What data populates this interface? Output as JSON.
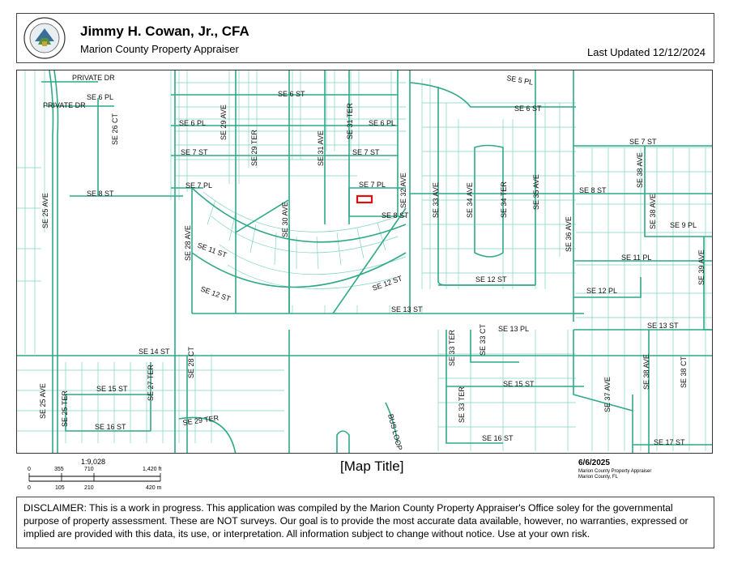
{
  "header": {
    "title": "Jimmy H. Cowan, Jr., CFA",
    "subtitle": "Marion County Property Appraiser",
    "last_updated": "Last Updated 12/12/2024",
    "logo_text": "PROPERTY APPRAISER · MARION COUNTY · FLORIDA"
  },
  "map": {
    "title": "[Map Title]",
    "street_color": "#2fa98a",
    "parcel_color": "#5fc7b0",
    "selected_parcel_color": "#e01010",
    "street_labels": {
      "private_dr_1": "PRIVATE DR",
      "private_dr_2": "PRIVATE DR",
      "se_6_pl_w": "SE 6 PL",
      "se_26_ct": "SE 26 CT",
      "se_25_ave_n": "SE 25 AVE",
      "se_8_st_w": "SE 8 ST",
      "se_6_st": "SE 6 ST",
      "se_6_pl_a": "SE 6 PL",
      "se_29_ave": "SE 29 AVE",
      "se_7_st_a": "SE 7 ST",
      "se_29_ter": "SE 29 TER",
      "se_31_ave": "SE 31 AVE",
      "se_31_ter": "SE 31 TER",
      "se_6_pl_b": "SE 6 PL",
      "se_7_st_b": "SE 7 ST",
      "se_7_pl_a": "SE 7 PL",
      "se_7_pl_b": "SE 7 PL",
      "se_30_ave": "SE 30 AVE",
      "se_8_st_c": "SE 8 ST",
      "se_32_ave": "SE 32 AVE",
      "se_28_ave": "SE 28 AVE",
      "se_11_st": "SE 11 ST",
      "se_12_st_w": "SE 12 ST",
      "se_12_st_c": "SE 12 ST",
      "se_13_st": "SE 13 ST",
      "se_5_pl": "SE 5 PL",
      "se_6_st_e": "SE 6 ST",
      "se_33_ave": "SE 33 AVE",
      "se_34_ave": "SE 34 AVE",
      "se_34_ter": "SE 34 TER",
      "se_35_ave": "SE 35 AVE",
      "se_8_st_e": "SE 8 ST",
      "se_12_st_e": "SE 12 ST",
      "se_36_ave": "SE 36 AVE",
      "se_7_st_e": "SE 7 ST",
      "se_38_ave_n": "SE 38 AVE",
      "se_38_ave_m": "SE 38 AVE",
      "se_9_pl": "SE 9 PL",
      "se_11_pl": "SE 11 PL",
      "se_39_ave": "SE 39 AVE",
      "se_12_pl": "SE 12 PL",
      "se_13_pl": "SE 13 PL",
      "se_13_st_e": "SE 13 ST",
      "se_14_st": "SE 14 ST",
      "se_28_ct": "SE 28 CT",
      "se_25_ave_s": "SE 25 AVE",
      "se_15_st_w": "SE 15 ST",
      "se_27_ter": "SE 27 TER",
      "se_25_ter": "SE 25 TER",
      "se_16_st_w": "SE 16 ST",
      "se_29_ter_s": "SE 29 TER",
      "bus_loop": "BUS LOOP",
      "se_33_ter_n": "SE 33 TER",
      "se_33_ct": "SE 33 CT",
      "se_33_ter_s": "SE 33 TER",
      "se_15_st_e": "SE 15 ST",
      "se_16_st_e": "SE 16 ST",
      "se_37_ave": "SE 37 AVE",
      "se_38_ave_s": "SE 38 AVE",
      "se_38_ct": "SE 38 CT",
      "se_17_st": "SE 17 ST"
    }
  },
  "scale": {
    "ratio": "1:9,028",
    "ft_ticks": [
      "0",
      "355",
      "710",
      "1,420 ft"
    ],
    "m_ticks": [
      "0",
      "105",
      "210",
      "420 m"
    ]
  },
  "footer_right": {
    "date": "6/6/2025",
    "credit_line_1": "Marion County Property Appraiser",
    "credit_line_2": "Marion County, FL"
  },
  "disclaimer": "DISCLAIMER: This is a work in progress. This application was compiled by the Marion County Property Appraiser's Office soley for the governmental purpose of property assessment. These are NOT surveys. Our goal is to provide the most accurate data available, however, no warranties, expressed or implied are provided with this data, its use, or interpretation. All information subject to change without notice. Use at your own risk."
}
